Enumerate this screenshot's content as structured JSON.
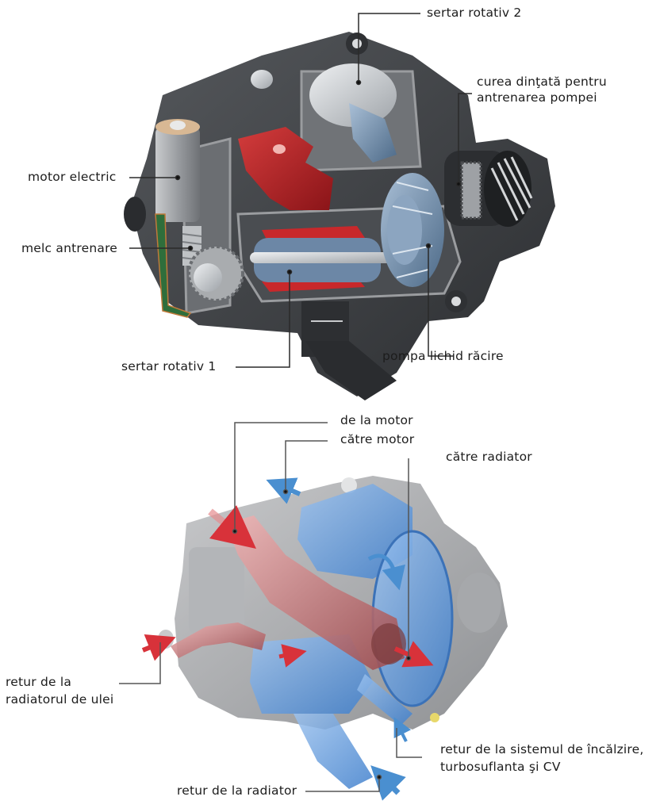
{
  "figure_top": {
    "title": "Cutaway view of the thermal management module",
    "labels": {
      "rotary_slide_2": "sertar rotativ 2",
      "toothed_belt_line1": "curea dinţată pentru",
      "toothed_belt_line2": "antrenarea pompei",
      "electric_motor": "motor electric",
      "worm_drive": "melc antrenare",
      "rotary_slide_1": "sertar rotativ 1",
      "coolant_pump": "pompa lichid răcire"
    }
  },
  "figure_bottom": {
    "title": "Coolant flow through the module",
    "labels": {
      "from_engine": "de la motor",
      "to_engine": "către motor",
      "to_radiator": "către radiator",
      "oil_cooler_return_line1": "retur de la",
      "oil_cooler_return_line2": "radiatorul de ulei",
      "heating_return_line1": "retur de la sistemul de încălzire,",
      "heating_return_line2": "turbosuflanta şi CV",
      "radiator_return": "retur de la radiator"
    }
  },
  "colors": {
    "housing_dark": "#3d3f42",
    "housing_mid": "#5a5d61",
    "cut_face": "#8a8c8f",
    "hot_coolant": "#b3262a",
    "cold_coolant": "#5f7e9e",
    "transparent_blue": "#6fa3dd",
    "transparent_red": "#c9787a",
    "arrow_red": "#d8323a",
    "arrow_blue": "#4a8fd0",
    "leader_line": "#2a2a2a"
  }
}
